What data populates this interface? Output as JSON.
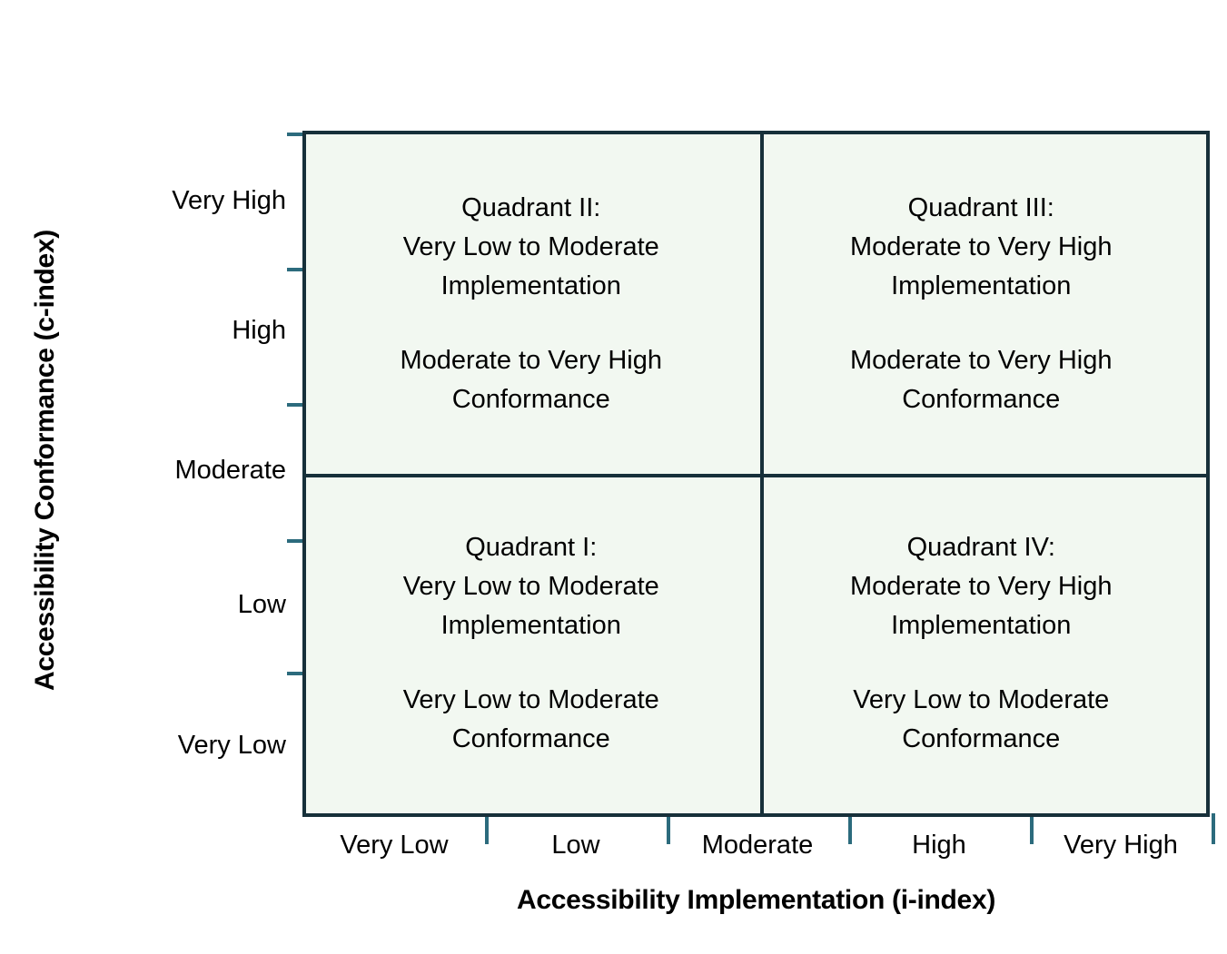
{
  "chart_data": {
    "type": "table",
    "title": "",
    "xlabel": "Accessibility Implementation (i-index)",
    "ylabel": "Accessibility Conformance (c-index)",
    "x_tick_labels": [
      "Very Low",
      "Low",
      "Moderate",
      "High",
      "Very High"
    ],
    "y_tick_labels": [
      "Very High",
      "High",
      "Moderate",
      "Low",
      "Very Low"
    ],
    "grid": false,
    "legend": "none",
    "plot_background": "#f2f8f1",
    "axis_color": "#17303a",
    "tick_color": "#2c6b7d",
    "quadrants": [
      {
        "id": "quadrant-2",
        "position": "top-left",
        "title": "Quadrant II:",
        "implementation": "Very Low to Moderate\nImplementation",
        "conformance": "Moderate to Very High\nConformance"
      },
      {
        "id": "quadrant-3",
        "position": "top-right",
        "title": "Quadrant III:",
        "implementation": "Moderate to Very High\nImplementation",
        "conformance": "Moderate to Very High\nConformance"
      },
      {
        "id": "quadrant-1",
        "position": "bottom-left",
        "title": "Quadrant I:",
        "implementation": "Very Low to Moderate\nImplementation",
        "conformance": "Very Low to Moderate\nConformance"
      },
      {
        "id": "quadrant-4",
        "position": "bottom-right",
        "title": "Quadrant IV:",
        "implementation": "Moderate to Very High\nImplementation",
        "conformance": "Very Low to Moderate\nConformance"
      }
    ]
  },
  "axes": {
    "x_title": "Accessibility Implementation (i-index)",
    "y_title": "Accessibility Conformance (c-index)",
    "x_ticks": [
      "Very Low",
      "Low",
      "Moderate",
      "High",
      "Very High"
    ],
    "y_ticks": [
      "Very High",
      "High",
      "Moderate",
      "Low",
      "Very Low"
    ]
  },
  "quadrants": {
    "top_left": {
      "title": "Quadrant II:",
      "line_a": "Very Low to Moderate\nImplementation",
      "line_b": "Moderate to Very High\nConformance"
    },
    "top_right": {
      "title": "Quadrant III:",
      "line_a": "Moderate to Very High\nImplementation",
      "line_b": "Moderate to Very High\nConformance"
    },
    "bottom_left": {
      "title": "Quadrant I:",
      "line_a": "Very Low to Moderate\nImplementation",
      "line_b": "Very Low to Moderate\nConformance"
    },
    "bottom_right": {
      "title": "Quadrant IV:",
      "line_a": "Moderate to Very High\nImplementation",
      "line_b": "Very Low to Moderate\nConformance"
    }
  }
}
